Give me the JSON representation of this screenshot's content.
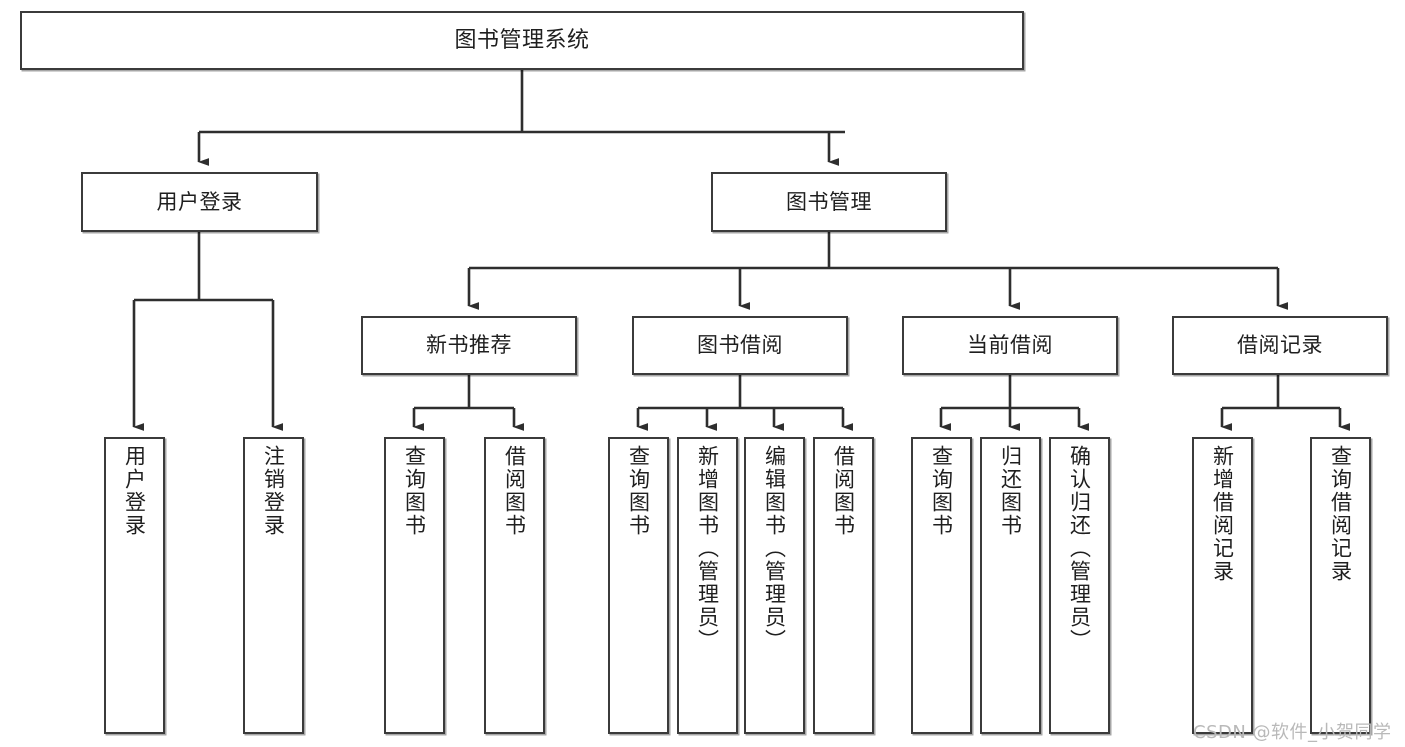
{
  "diagram": {
    "title": "图书管理系统",
    "type": "hierarchy-tree",
    "watermark": "CSDN @软件_小贺同学",
    "colors": {
      "node_border": "#3b3b3b",
      "node_fill": "#ffffff",
      "edge": "#2e2e2e",
      "text": "#1f1f1f",
      "watermark": "#b9b9b9",
      "background": "#ffffff"
    },
    "nodes": {
      "root": {
        "label": "图书管理系统"
      },
      "level1": [
        {
          "id": "user-login",
          "label": "用户登录"
        },
        {
          "id": "book-management",
          "label": "图书管理"
        }
      ],
      "level2": [
        {
          "id": "new-book-recommend",
          "label": "新书推荐",
          "parent": "book-management"
        },
        {
          "id": "book-borrow",
          "label": "图书借阅",
          "parent": "book-management"
        },
        {
          "id": "current-borrow",
          "label": "当前借阅",
          "parent": "book-management"
        },
        {
          "id": "borrow-record",
          "label": "借阅记录",
          "parent": "book-management"
        }
      ],
      "leaves": {
        "user-login": [
          {
            "id": "login",
            "label": "用户登录"
          },
          {
            "id": "logout",
            "label": "注销登录"
          }
        ],
        "new-book-recommend": [
          {
            "id": "query-book-1",
            "label": "查询图书"
          },
          {
            "id": "borrow-book-1",
            "label": "借阅图书"
          }
        ],
        "book-borrow": [
          {
            "id": "query-book-2",
            "label": "查询图书"
          },
          {
            "id": "add-book",
            "label": "新增图书（管理员）"
          },
          {
            "id": "edit-book",
            "label": "编辑图书（管理员）"
          },
          {
            "id": "borrow-book-2",
            "label": "借阅图书"
          }
        ],
        "current-borrow": [
          {
            "id": "query-book-3",
            "label": "查询图书"
          },
          {
            "id": "return-book",
            "label": "归还图书"
          },
          {
            "id": "confirm-return",
            "label": "确认归还（管理员）"
          }
        ],
        "borrow-record": [
          {
            "id": "add-borrow-record",
            "label": "新增借阅记录"
          },
          {
            "id": "query-borrow-record",
            "label": "查询借阅记录"
          }
        ]
      }
    }
  }
}
